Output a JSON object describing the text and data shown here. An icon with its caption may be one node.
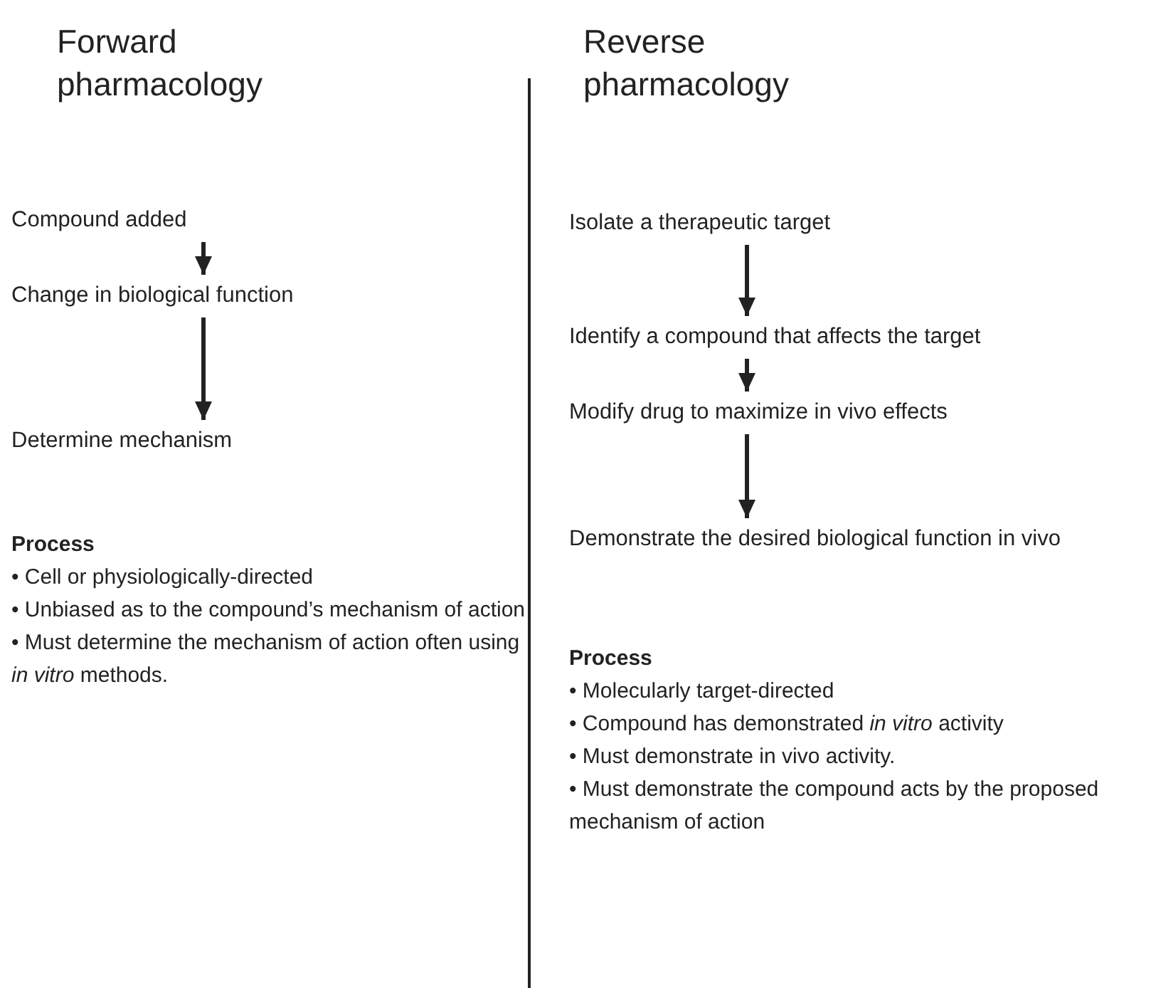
{
  "diagram": {
    "nodes": [
      {
        "text": [
          "Compound added"
        ]
      },
      {
        "text": [
          "Change in biological function"
        ]
      },
      {
        "text": [
          "Determine mechanism"
        ]
      },
      {
        "text": [
          "Isolate a therapeutic target"
        ]
      },
      {
        "text": [
          "Identify a compound that affects the target"
        ]
      },
      {
        "text": [
          "Modify drug to maximize in vivo effects"
        ]
      },
      {
        "text": [
          "Demonstrate the desired biological function in vivo"
        ]
      }
    ],
    "edges": [
      {
        "from": 0,
        "to": 1,
        "arrow": "to"
      },
      {
        "from": 1,
        "to": 2,
        "arrow": "to"
      },
      {
        "from": 3,
        "to": 4,
        "arrow": "to"
      },
      {
        "from": 4,
        "to": 5,
        "arrow": "to"
      },
      {
        "from": 5,
        "to": 6,
        "arrow": "to"
      }
    ],
    "labels": [
      "Forward pharmacology",
      "Reverse pharmacology",
      "Process",
      "• Cell or physiologically-directed",
      "• Unbiased as to the compound’s mechanism of action",
      "• Must determine the mechanism of action often using *in vitro* methods.",
      "Process",
      "• Molecularly target-directed",
      "• Compound has demonstrated *in vitro* activity",
      "• Must demonstrate in vivo activity.",
      "• Must demonstrate the compound acts by the proposed mechanism of action"
    ]
  }
}
